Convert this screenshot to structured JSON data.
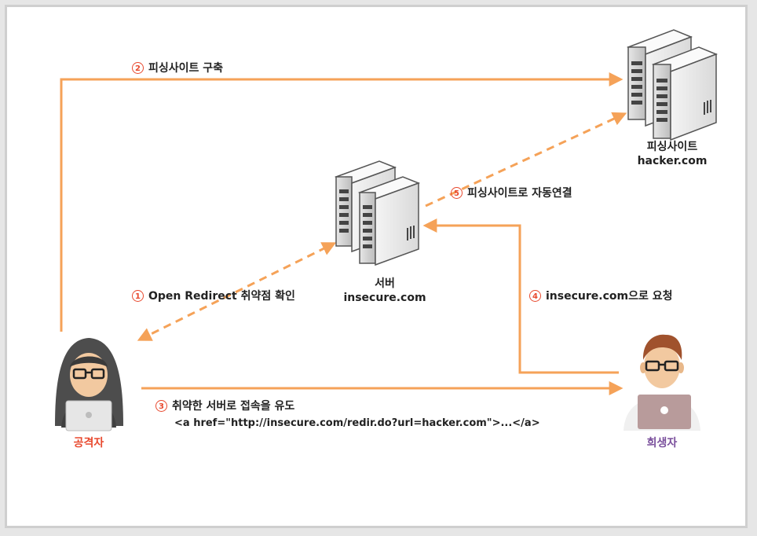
{
  "steps": [
    {
      "num": "1",
      "text": "Open Redirect 취약점 확인"
    },
    {
      "num": "2",
      "text": "피싱사이트 구축"
    },
    {
      "num": "3",
      "text": "취약한 서버로 접속을 유도"
    },
    {
      "num": "4",
      "text": "insecure.com으로 요청"
    },
    {
      "num": "5",
      "text": "피싱사이트로 자동연결"
    }
  ],
  "step3_code": "<a href=\"http://insecure.com/redir.do?url=hacker.com\">...</a>",
  "nodes": {
    "attacker": {
      "label": "공격자"
    },
    "victim": {
      "label": "희생자"
    },
    "server": {
      "label": "서버",
      "host": "insecure.com"
    },
    "phishing": {
      "label": "피싱사이트",
      "host": "hacker.com"
    }
  },
  "colors": {
    "arrow": "#f5a258",
    "step_number": "#e8492e",
    "attacker_label": "#e8492e",
    "victim_label": "#7a4f9c"
  }
}
